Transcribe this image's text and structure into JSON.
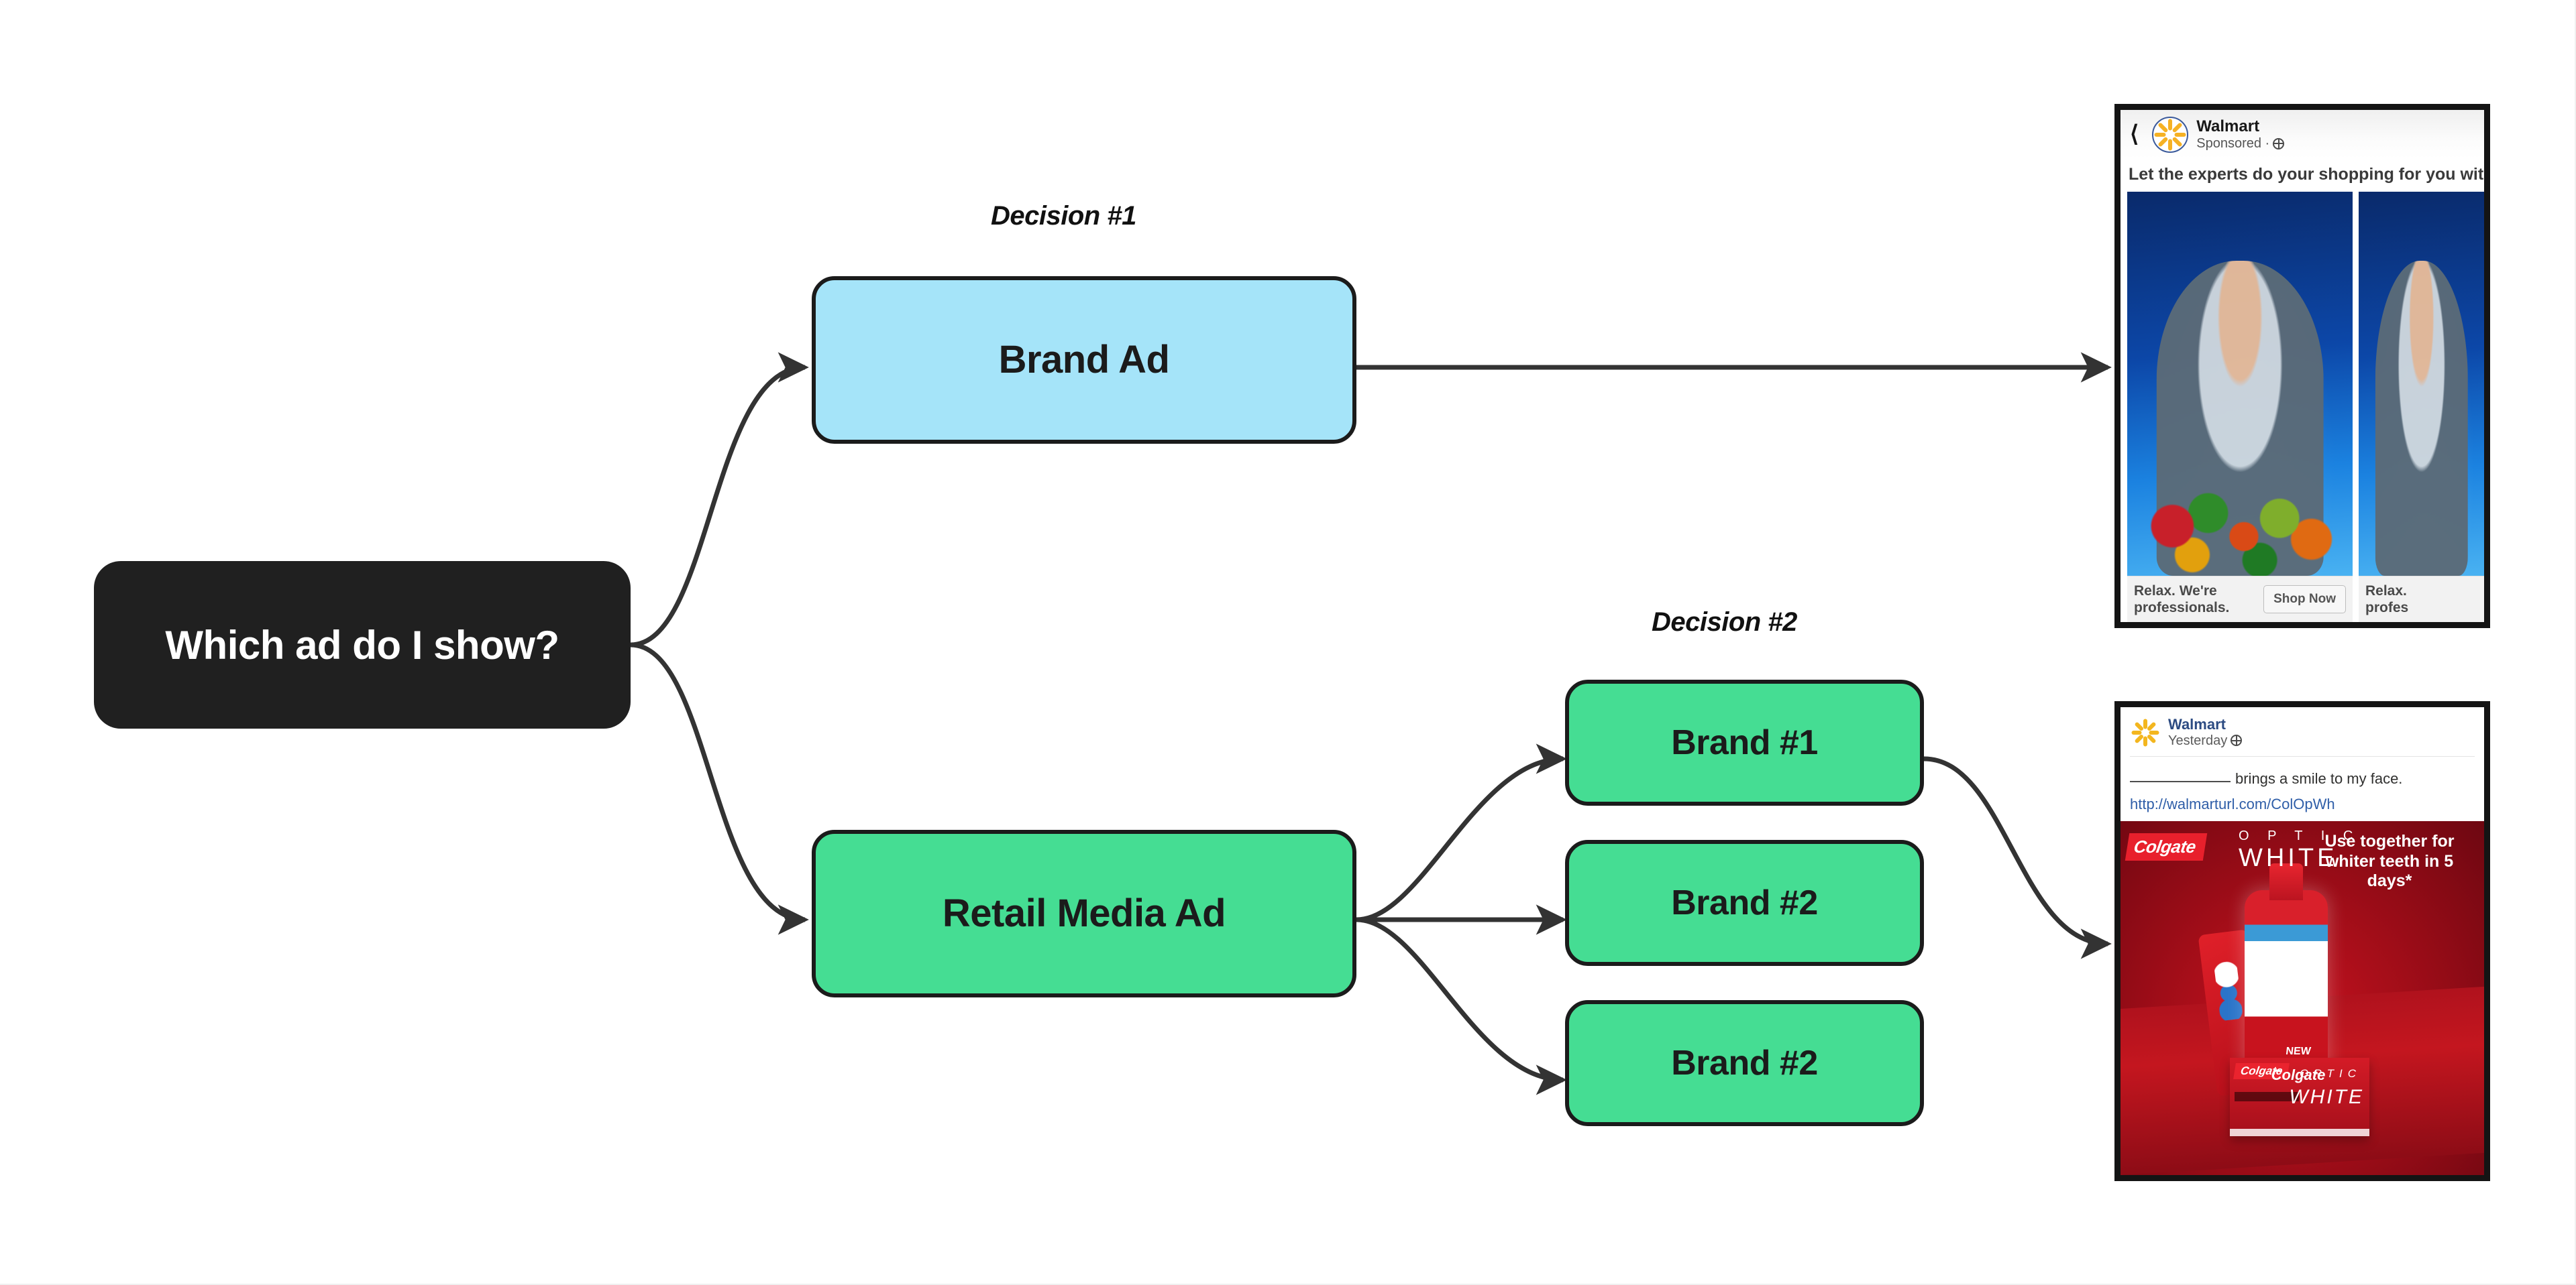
{
  "diagram": {
    "title": "Which ad do I show?",
    "root": {
      "label": "Which ad do I show?"
    },
    "captions": [
      {
        "label": "Decision #1"
      },
      {
        "label": "Decision #2"
      }
    ],
    "level1": [
      {
        "label": "Brand Ad",
        "color": "#A5E4F9"
      },
      {
        "label": "Retail Media Ad",
        "color": "#45DD93"
      }
    ],
    "level2": [
      {
        "label": "Brand #1",
        "color": "#45DD93"
      },
      {
        "label": "Brand #2",
        "color": "#45DD93"
      },
      {
        "label": "Brand #2",
        "color": "#45DD93"
      }
    ],
    "colors": {
      "root_fill": "#202020",
      "root_text": "#FFFFFF",
      "blue_fill": "#A5E4F9",
      "green_fill": "#45DD93",
      "node_border": "#1B1B1B",
      "edge_stroke": "#333333",
      "caption_text": "#111111"
    }
  },
  "walmart_ad": {
    "back_icon": "back-chevron-icon",
    "brand": "Walmart",
    "meta": "Sponsored ·",
    "privacy_icon": "globe-icon",
    "body": "Let the experts do your shopping for you with Gro\nPickup & Delivery. Our trained associates are pros\npicking out fresh, organic produce. Pickup is free.\nminimum. Delivery fee applies. Delivery available i\nselect markets.",
    "cta_text": "Relax. We're\nprofessionals.",
    "cta_button": "Shop Now",
    "peek_cta_text": "Relax.\nprofes"
  },
  "colgate_ad": {
    "brand": "Walmart",
    "meta": "Yesterday",
    "privacy_icon": "globe-icon",
    "copy": "brings a smile to my face.",
    "link": "http://walmarturl.com/ColOpWh",
    "creative": {
      "logo": "Colgate",
      "product_line_1": "O P T I C",
      "product_line_2": "WHITE",
      "trademark": "™",
      "tagline": "Use together for whiter teeth in 5 days*",
      "new_badge": "NEW",
      "wordmark": "Colgate",
      "carton_tag": "Colgate",
      "carton_line_1": "OPTIC",
      "carton_line_2": "WHITE"
    }
  }
}
